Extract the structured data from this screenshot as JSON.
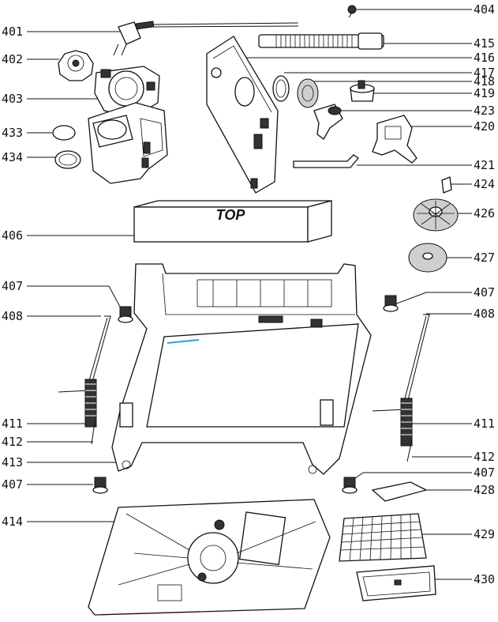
{
  "labels": {
    "left": [
      "401",
      "402",
      "403",
      "433",
      "434",
      "406",
      "407",
      "408",
      "411",
      "412",
      "413",
      "407",
      "414"
    ],
    "right": [
      "404",
      "415",
      "416",
      "417",
      "418",
      "419",
      "423",
      "420",
      "421",
      "424",
      "426",
      "427",
      "407",
      "408",
      "411",
      "412",
      "407",
      "428",
      "429",
      "430"
    ]
  },
  "box_text": "TOP"
}
